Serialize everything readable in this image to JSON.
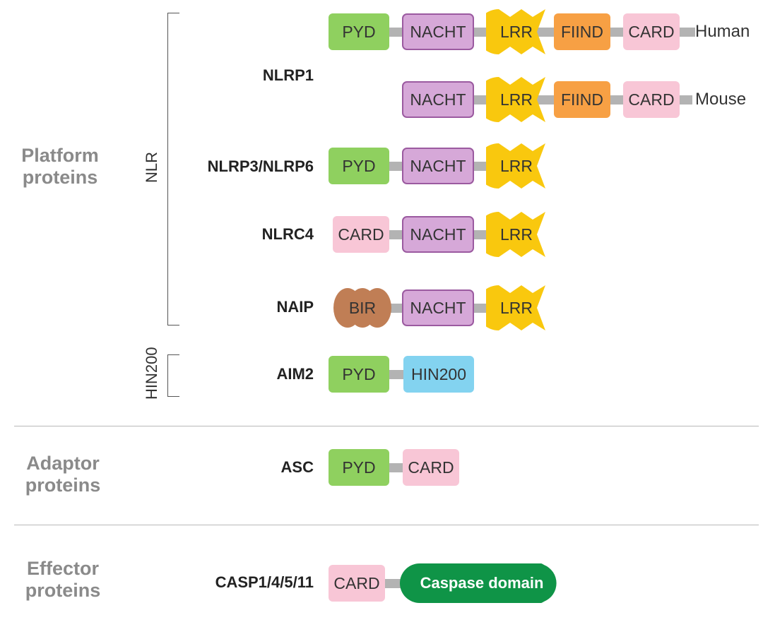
{
  "categories": {
    "platform": "Platform\nproteins",
    "adaptor": "Adaptor\nproteins",
    "effector": "Effector\nproteins"
  },
  "groups": {
    "nlr": "NLR",
    "hin200": "HIN200"
  },
  "species": {
    "human": "Human",
    "mouse": "Mouse"
  },
  "proteins": {
    "nlrp1": "NLRP1",
    "nlrp3": "NLRP3/NLRP6",
    "nlrc4": "NLRC4",
    "naip": "NAIP",
    "aim2": "AIM2",
    "asc": "ASC",
    "casp": "CASP1/4/5/11"
  },
  "domains": {
    "pyd": "PYD",
    "nacht": "NACHT",
    "lrr": "LRR",
    "fiind": "FIIND",
    "card": "CARD",
    "bir": "BIR",
    "hin200": "HIN200",
    "caspase": "Caspase domain"
  },
  "colors": {
    "pyd": "#8fd05f",
    "nacht_fill": "#d6a8d8",
    "nacht_border": "#9b5aa0",
    "lrr": "#f9c80e",
    "fiind": "#f7a044",
    "card": "#f8c6d6",
    "bir": "#c07e55",
    "hin200": "#83d3f0",
    "caspase": "#0f9447",
    "linker": "#b3b3b3"
  }
}
